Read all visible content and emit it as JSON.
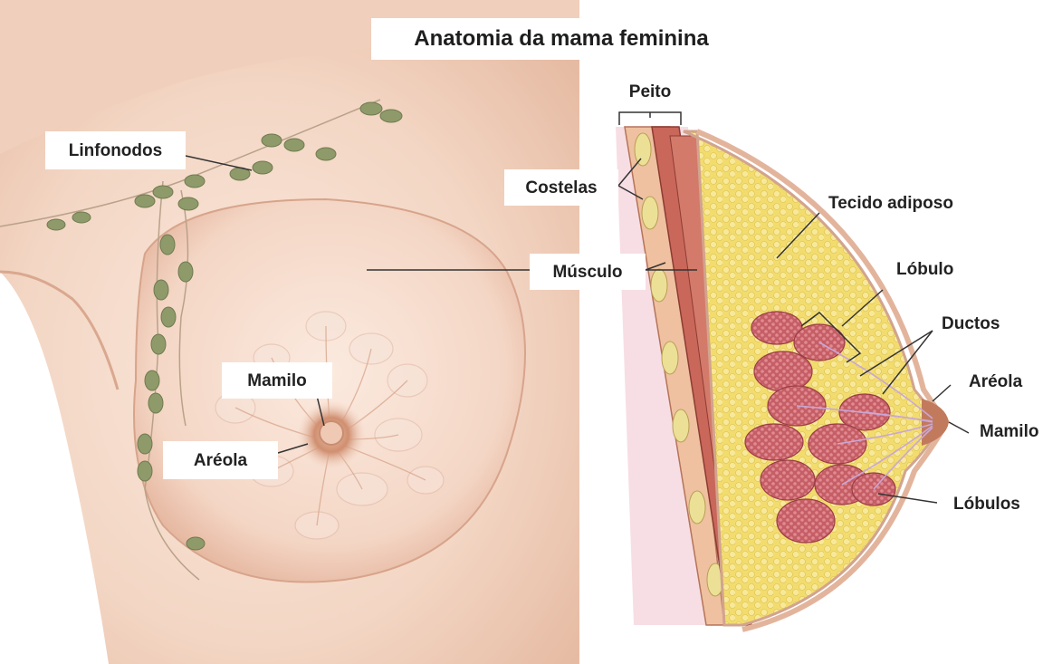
{
  "title": "Anatomia da mama feminina",
  "labels": {
    "linfonodos": "Linfonodos",
    "costelas": "Costelas",
    "musculo": "Músculo",
    "peito": "Peito",
    "tecido_adiposo": "Tecido adiposo",
    "lobulo": "Lóbulo",
    "ductos": "Ductos",
    "areola_right": "Aréola",
    "mamilo_right": "Mamilo",
    "lobulos": "Lóbulos",
    "mamilo_left": "Mamilo",
    "areola_left": "Aréola"
  },
  "colors": {
    "skin": "#f3d9c9",
    "skin_shadow": "#e8b9a1",
    "lymph_node": "#8f9a6a",
    "fat": "#f4df7a",
    "muscle": "#c9675a",
    "lobule": "#c9646c",
    "nipple": "#c27a5c"
  }
}
